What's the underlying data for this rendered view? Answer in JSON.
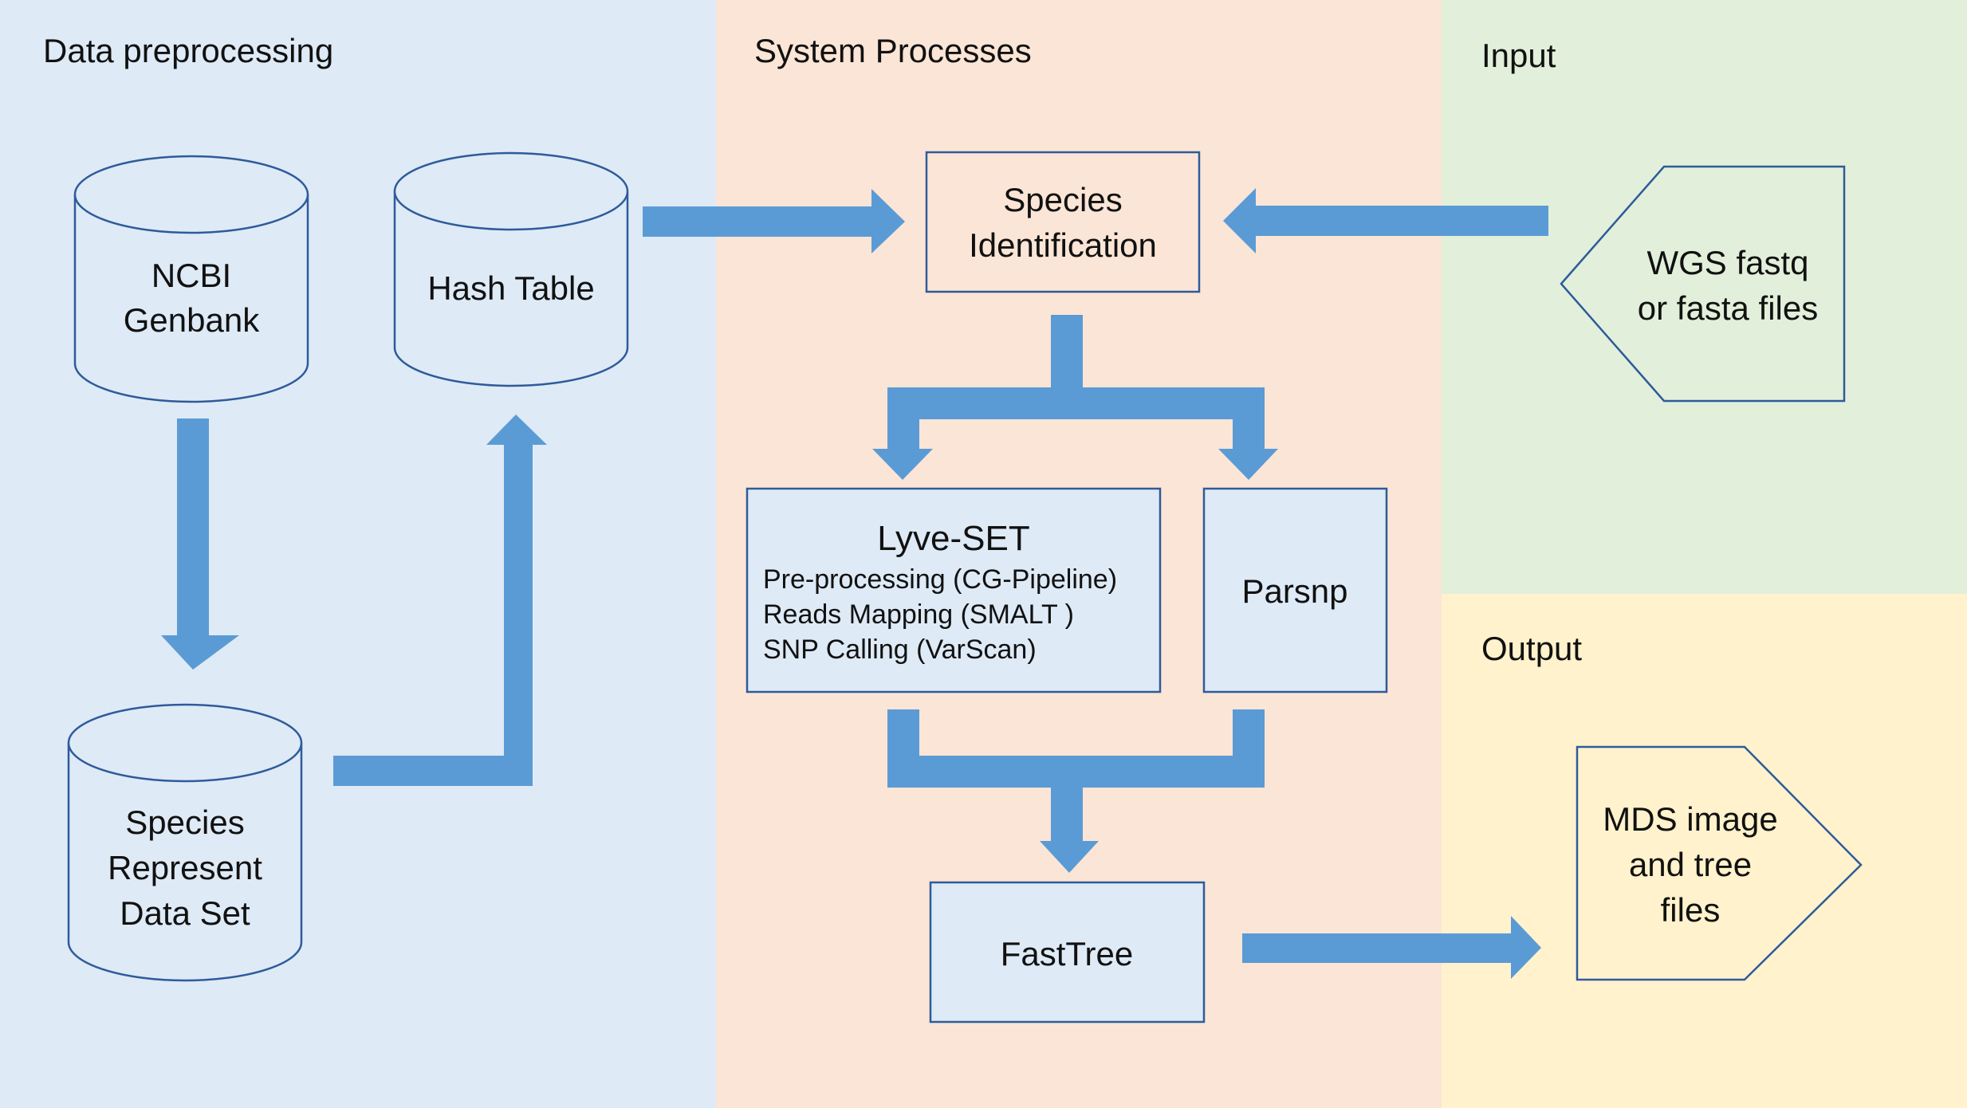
{
  "panels": {
    "preprocessing": {
      "title": "Data preprocessing",
      "color": "#deeaf6"
    },
    "system": {
      "title": "System Processes",
      "color": "#fbe5d6"
    },
    "input": {
      "title": "Input",
      "color": "#e2efda"
    },
    "output": {
      "title": "Output",
      "color": "#fff2cc"
    }
  },
  "nodes": {
    "ncbi": {
      "lines": [
        "NCBI",
        "Genbank"
      ],
      "shape": "cylinder"
    },
    "hash_table": {
      "lines": [
        "Hash Table"
      ],
      "shape": "cylinder"
    },
    "species_set": {
      "lines": [
        "Species",
        "Represent",
        "Data Set"
      ],
      "shape": "cylinder"
    },
    "species_id": {
      "lines": [
        "Species",
        "Identification"
      ],
      "shape": "rectangle"
    },
    "lyve_set": {
      "title": "Lyve-SET",
      "steps": [
        "Pre-processing (CG-Pipeline)",
        "Reads Mapping (SMALT )",
        "SNP Calling (VarScan)"
      ],
      "shape": "rectangle"
    },
    "parsnp": {
      "lines": [
        "Parsnp"
      ],
      "shape": "rectangle"
    },
    "fasttree": {
      "lines": [
        "FastTree"
      ],
      "shape": "rectangle"
    },
    "wgs": {
      "lines": [
        "WGS fastq",
        "or fasta files"
      ],
      "shape": "pentagon-left"
    },
    "mds": {
      "lines": [
        "MDS image",
        "and tree",
        "files"
      ],
      "shape": "pentagon-right"
    }
  },
  "colors": {
    "arrow": "#5b9bd5",
    "node_border": "#2e5b9a",
    "node_fill_blue": "#deeaf6",
    "node_fill_peach": "#fbe5d6"
  }
}
